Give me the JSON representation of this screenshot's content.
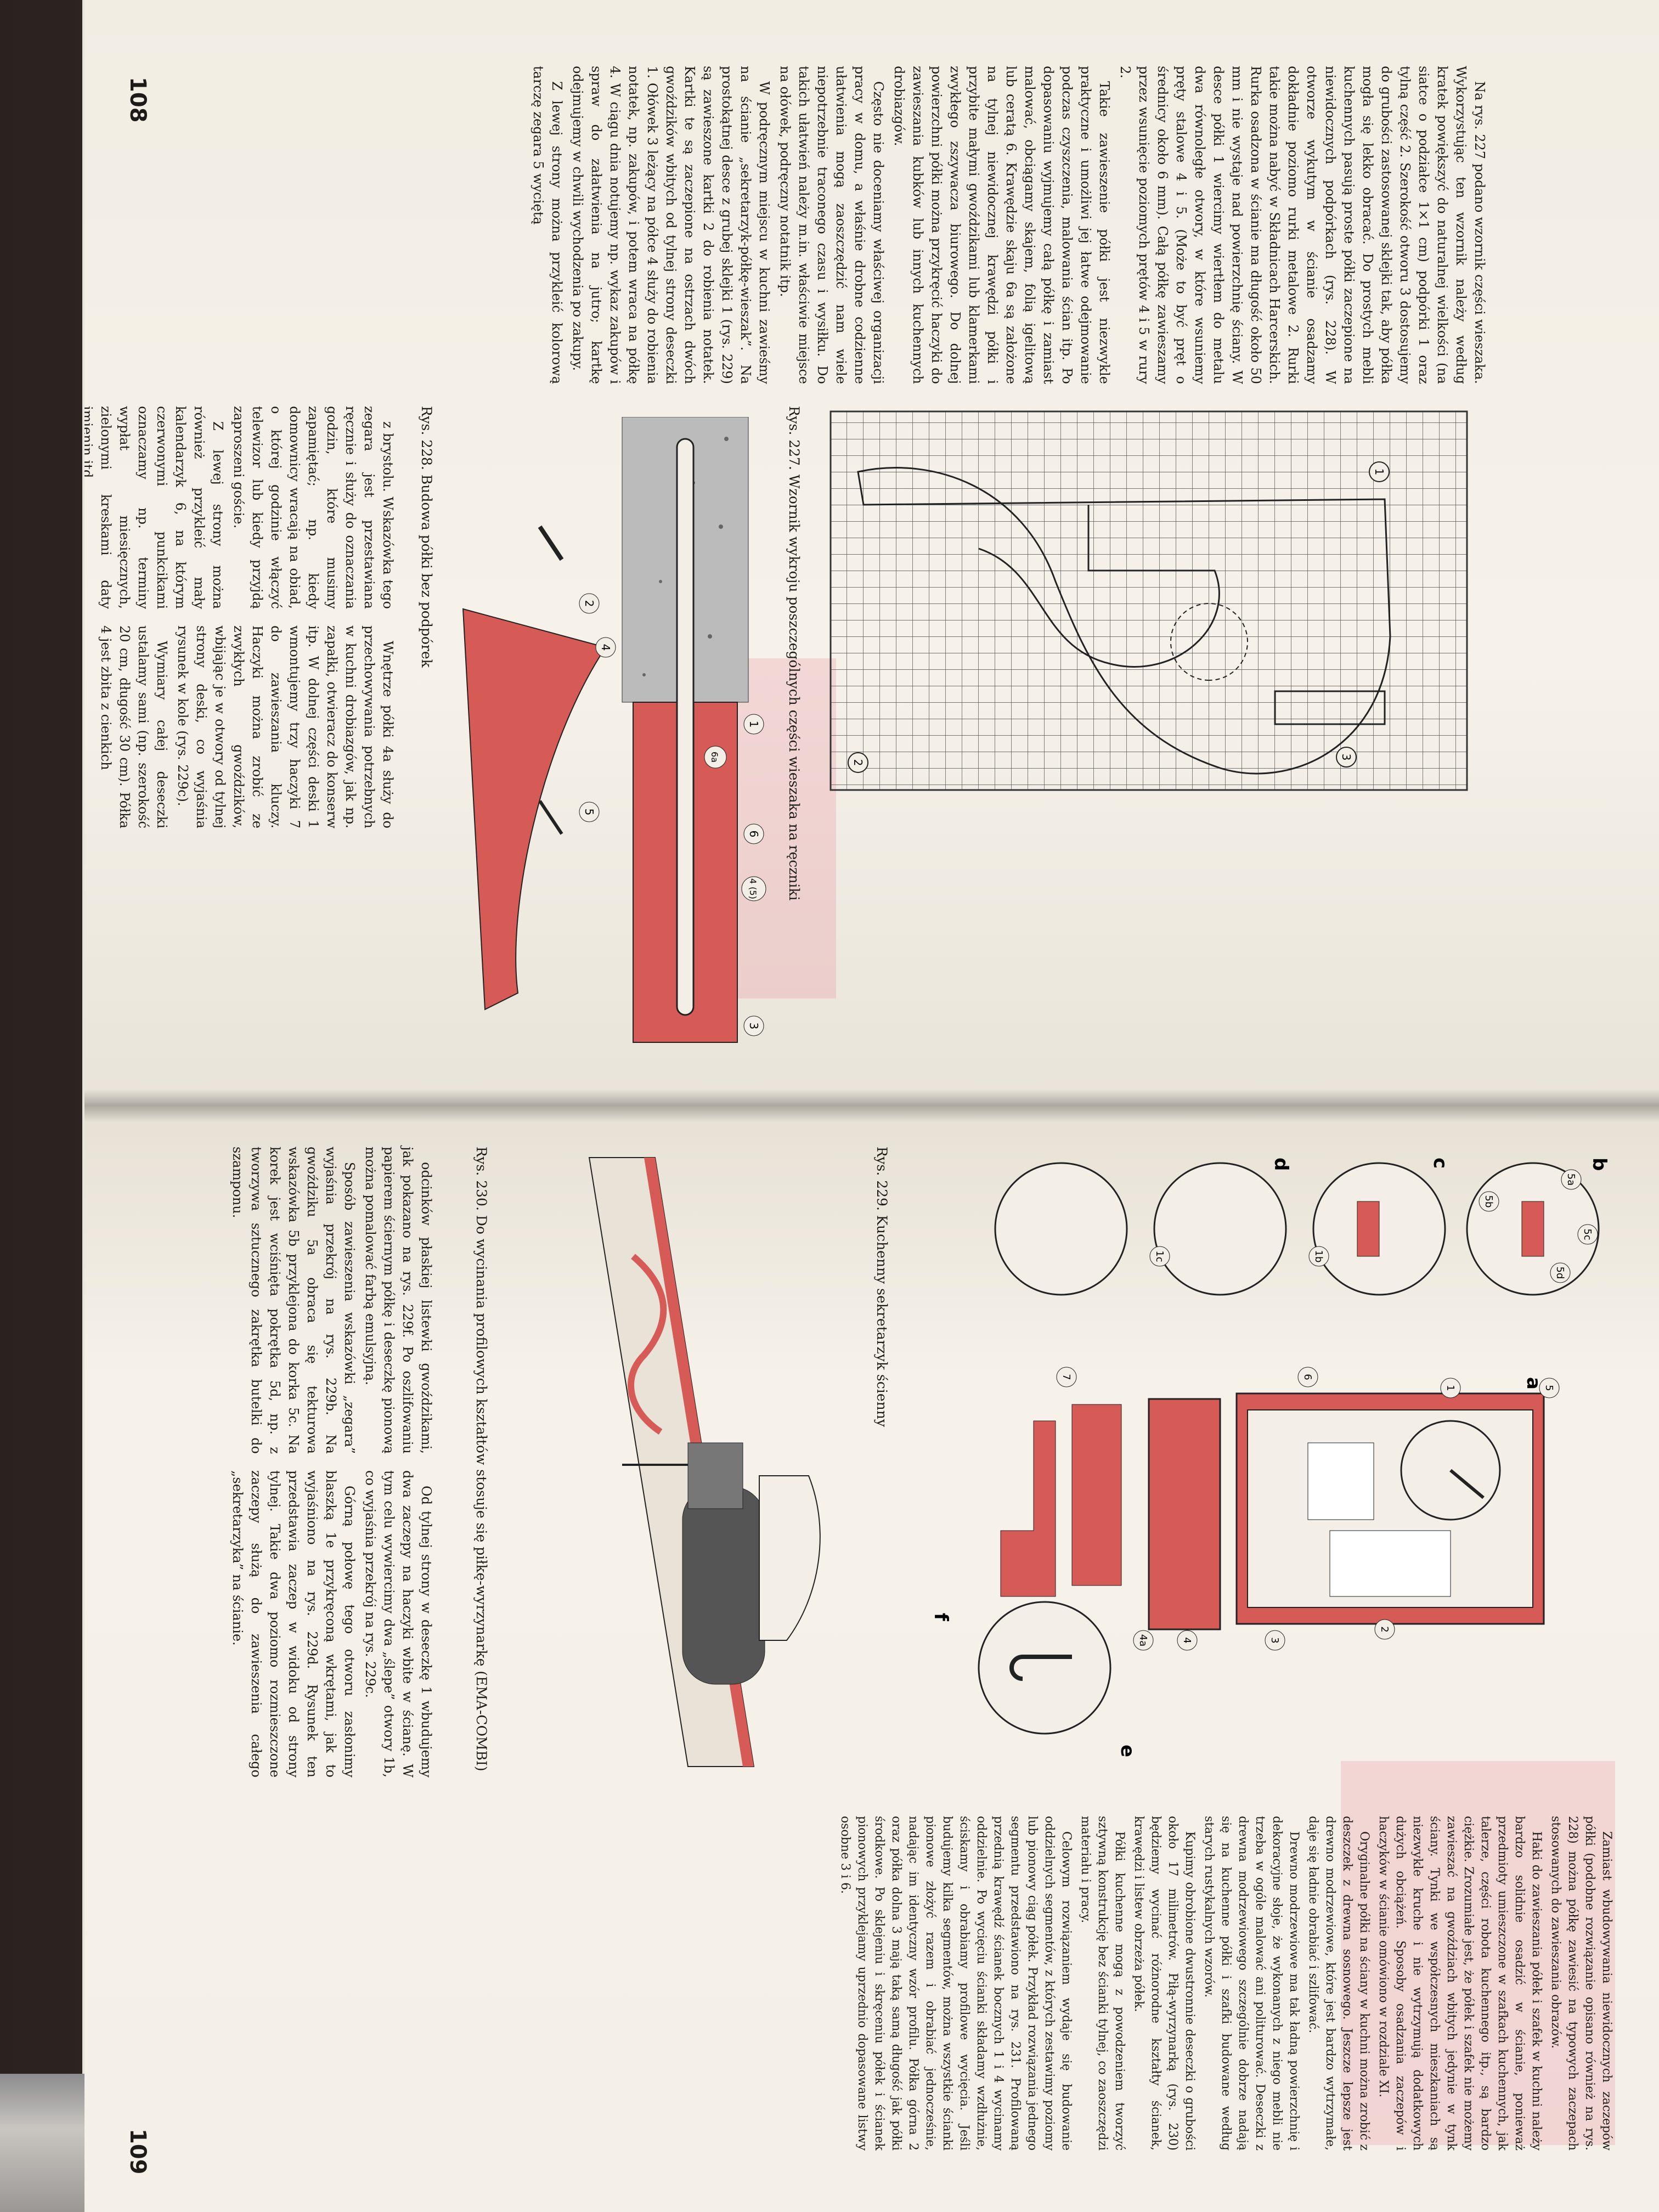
{
  "left_page": {
    "page_number": "108",
    "col1": [
      "Na rys. 227 podano wzornik części wieszaka. Wykorzystując ten wzornik należy według kratek powiększyć do naturalnej wielkości (na siatce o podziałce 1×1 cm) podpórki 1 oraz tylną część 2. Szerokość otworu 3 dostosujemy do grubości zastosowanej sklejki tak, aby półka mogła się lekko obracać. Do prostych mebli kuchennych pasują proste półki zaczepione na niewidocznych podpórkach (rys. 228). W otworze wykutym w ścianie osadzamy dokładnie poziomo rurki metalowe 2. Rurki takie można nabyć w Składnicach Harcerskich. Rurka osadzona w ścianie ma długość około 50 mm i nie wystaje nad powierzchnię ściany. W desce półki 1 wiercimy wiertłem do metalu dwa równoległe otwory, w które wsuniemy pręty stalowe 4 i 5. (Może to być pręt o średnicy około 6 mm). Całą półkę zawieszamy przez wsunięcie poziomych prętów 4 i 5 w rury 2.",
      "Takie zawieszenie półki jest niezwykle praktyczne i umożliwi jej łatwe odejmowanie podczas czyszczenia, malowania ścian itp. Po dopasowaniu wyjmujemy całą półkę i zamiast malować, obciągamy skajem, folią igelitową lub ceratą 6. Krawędzie skaju 6a są założone na tylnej niewidocznej krawędzi półki i przybite małymi gwoździkami lub klamerkami zwykłego zszywacza biurowego. Do dolnej powierzchni półki można przykręcić haczyki do zawieszania kubków lub innych kuchennych drobiazgów.",
      "Często nie doceniamy właściwej organizacji pracy w domu, a właśnie drobne codzienne ułatwienia mogą zaoszczędzić nam wiele niepotrzebnie traconego czasu i wysiłku. Do takich ułatwień należy m.in. właściwie miejsce na ołówek, podręczny notatnik itp.",
      "W podręcznym miejscu w kuchni zawieśmy na ścianie „sekretarzyk-półkę-wieszak”. Na prostokątnej desce z grubej sklejki 1 (rys. 229) są zawieszone kartki 2 do robienia notatek. Kartki te są zaczepione na ostrzach dwóch gwoździków wbitych od tylnej strony deseczki 1. Ołówek 3 leżący na półce 4 służy do robienia notatek, np. zakupów, i potem wraca na półkę 4. W ciągu dnia notujemy np. wykaz zakupów i spraw do załatwienia na jutro; kartkę odejmujemy w chwili wychodzenia po zakupy.",
      "Z lewej strony można przykleić kolorową tarczę zegara 5 wyciętą"
    ],
    "col2": [
      "z brystolu. Wskazówka tego zegara jest przestawiana ręcznie i służy do oznaczania godzin, które musimy zapamiętać; np. kiedy domownicy wracają na obiad, o której godzinie włączyć telewizor lub kiedy przyjdą zaproszeni goście.",
      "Z lewej strony można również przykleić mały kalendarzyk 6, na którym czerwonymi punkcikami oznaczamy np. terminy wypłat miesięcznych, zielonymi kreskami daty imienin itd."
    ],
    "col3": [
      "Wnętrze półki 4a służy do przechowywania potrzebnych w kuchni drobiazgów, jak np. zapałki, otwieracz do konserw itp. W dolnej części deski 1 wmontujemy trzy haczyki 7 do zawieszania kluczy. Haczyki można zrobić ze zwykłych gwoździków, wbijając je w otwory od tylnej strony deski, co wyjaśnia rysunek w kole (rys. 229c).",
      "Wymiary całej deseczki ustalamy sami (np. szerokość 20 cm, długość 30 cm). Półka 4 jest zbita z cienkich"
    ],
    "captions": {
      "fig227": "Rys. 227. Wzornik wykroju poszczególnych części wieszaka na ręczniki",
      "fig228": "Rys. 228. Budowa półki bez podpórek"
    },
    "fig227_labels": [
      "1",
      "2",
      "3"
    ],
    "fig228_labels": [
      "1",
      "2",
      "3",
      "4",
      "4 (5)",
      "5",
      "6",
      "6a"
    ]
  },
  "right_page": {
    "page_number": "109",
    "captions": {
      "fig229": "Rys. 229. Kuchenny sekretarzyk ścienny",
      "fig230": "Rys. 230. Do wycinania profilowych kształtów stosuje się piłkę-wyrzynarkę (EMA-COMBI)"
    },
    "fig229_letters": [
      "a",
      "b",
      "c",
      "d",
      "e",
      "f"
    ],
    "fig229_labels": [
      "1",
      "1b",
      "1c",
      "2",
      "3",
      "4",
      "4a",
      "5",
      "5a",
      "5b",
      "5c",
      "5d",
      "6",
      "7"
    ],
    "col_mid1": [
      "odcinków płaskiej listewki gwoździkami, jak pokazano na rys. 229f. Po oszlifowaniu papierem ściernym półkę i deseczkę pionową można pomalować farbą emulsyjną.",
      "Sposób zawieszenia wskazówki „zegara” wyjaśnia przekrój na rys. 229b. Na gwoździku 5a obraca się tekturowa wskazówka 5b przyklejona do korka 5c. Na korek jest wciśnięta pokrętka 5d, np. z tworzywa sztucznego zakrętka butelki do szamponu."
    ],
    "col_mid2": [
      "Od tylnej strony w deseczkę 1 wbudujemy dwa zaczepy na haczyki wbite w ścianę. W tym celu wywiercimy dwa „ślepe” otwory 1b, co wyjaśnia przekrój na rys. 229c.",
      "Górną połowę tego otworu zasłonimy blaszką 1e przykręconą wkrętami, jak to wyjaśniono na rys. 229d. Rysunek ten przedstawia zaczep w widoku od strony tylnej. Takie dwa poziomo rozmieszczone zaczepy służą do zawieszenia całego „sekretarzyka” na ścianie."
    ],
    "col_right": [
      "Zamiast wbudowywania niewidocznych zaczepów półki (podobne rozwiązanie opisano również na rys. 228) można półkę zawiesić na typowych zaczepach stosowanych do zawieszania obrazów.",
      "Haki do zawieszania półek i szafek w kuchni należy bardzo solidnie osadzić w ścianie, ponieważ przedmioty umieszczone w szafkach kuchennych, jak talerze, części robota kuchennego itp., są bardzo ciężkie. Zrozumiałe jest, że półek i szafek nie możemy zawieszać na gwoździach wbitych jedynie w tynk ściany. Tynki we współczesnych mieszkaniach są niezwykle kruche i nie wytrzymują dodatkowych dużych obciążeń. Sposoby osadzania zaczepów i haczyków w ścianie omówiono w rozdziale XI.",
      "Oryginalne półki na ściany w kuchni można zrobić z deszczek z drewna sosnowego. Jeszcze lepsze jest drewno modrzewiowe, które jest bardzo wytrzymałe, daje się ładnie obrabiać i szlifować.",
      "Drewno modrzewiowe ma tak ładną powierzchnię i dekoracyjne słoje, że wykonanych z niego mebli nie trzeba w ogóle malować ani politurować. Deseczki z drewna modrzewiowego szczególnie dobrze nadają się na kuchenne półki i szafki budowane według starych rustykalnych wzorów.",
      "Kupimy obrobione dwustronnie deseczki o grubości około 17 milimetrów. Piłą-wyrzynarką (rys. 230) będziemy wycinać różnorodne kształty ścianek, krawędzi i listew obrzeża półek.",
      "Półki kuchenne mogą z powodzeniem tworzyć sztywną konstrukcję bez ścianki tylnej, co zaoszczędzi materiału i pracy.",
      "Celowym rozwiązaniem wydaje się budowanie oddzielnych segmentów, z których zestawimy poziomy lub pionowy ciąg półek. Przykład rozwiązania jednego segmentu przedstawiono na rys. 231. Profilowaną przednią krawędź ścianek bocznych 1 i 4 wycinamy oddzielnie. Po wycięciu ścianki składamy wzdłużnie, ściskamy i obrabiamy profilowe wycięcia. Jeśli budujemy kilka segmentów, można wszystkie ścianki pionowe złożyć razem i obrabiać jednocześnie, nadając im identyczny wzór profilu. Półka górna 2 oraz półka dolna 3 mają taką samą długość jak półki środkowe. Po sklejeniu i skręceniu półek i ścianek pionowych przyklejamy uprzednio dopasowane listwy osobne 3 i 6."
    ]
  },
  "colors": {
    "accent_red": "#d9534f",
    "paper": "#f3efe6",
    "grid": "#555555"
  }
}
